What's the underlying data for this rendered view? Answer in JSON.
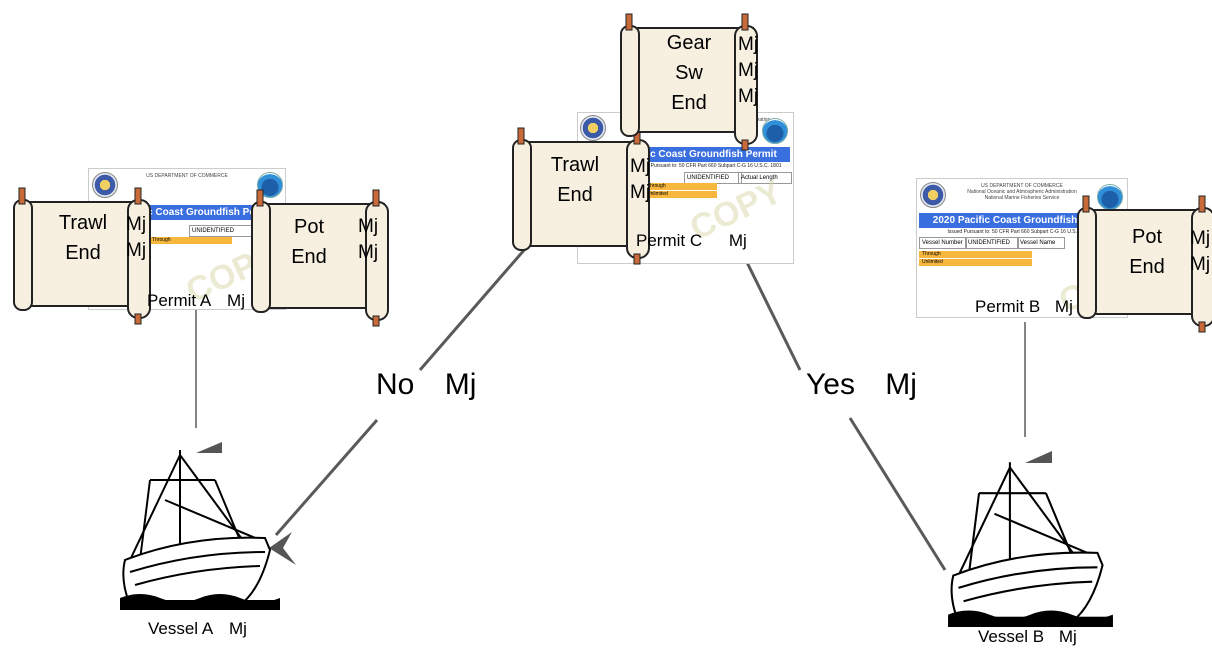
{
  "diagram": {
    "decision_no": "No",
    "decision_yes": "Yes",
    "suffix": "Mj",
    "permits": {
      "a": {
        "label": "Permit A"
      },
      "b": {
        "label": "Permit B"
      },
      "c": {
        "label": "Permit C"
      }
    },
    "vessels": {
      "a": {
        "label": "Vessel A"
      },
      "b": {
        "label": "Vessel B"
      }
    },
    "scrolls": {
      "a_trawl": [
        "Trawl",
        "End"
      ],
      "a_pot": [
        "Pot",
        "End"
      ],
      "b_pot": [
        "Pot",
        "End"
      ],
      "c_trawl": [
        "Trawl",
        "End"
      ],
      "c_gear": [
        "Gear",
        "Sw",
        "End"
      ]
    },
    "permit_doc": {
      "agency": "US DEPARTMENT OF COMMERCE",
      "agency2": "National Oceanic and Atmospheric Administration",
      "agency3": "National Marine Fisheries Service",
      "title_full": "2020 Pacific Coast Groundfish Permit",
      "title_short": "ific Coast Groundfish Permit",
      "subtitle": "Issued Pursuant to: 50 CFR Part 660 Subpart C-G 16 U.S.C. 1801",
      "vessel_number": "Vessel Number",
      "unidentified": "UNIDENTIFIED",
      "vessel_name": "Vessel Name",
      "actual_length": "Actual Length",
      "through": "Through",
      "unlimited": "Unlimited",
      "watermark": "COPY"
    },
    "colors": {
      "line": "#5a5a5a",
      "scroll_paper": "#f7efe0",
      "scroll_rod": "#c96a3a",
      "permit_bar": "#3a6fe0"
    }
  }
}
